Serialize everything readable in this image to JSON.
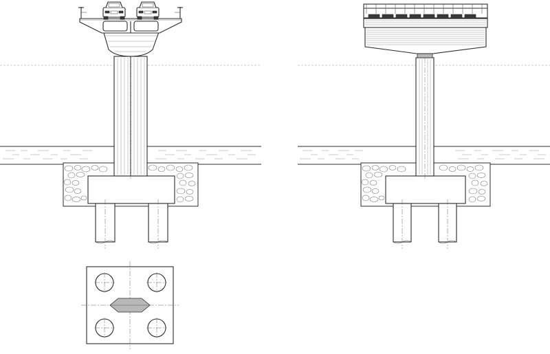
{
  "drawing": {
    "views": [
      {
        "id": "front-elevation",
        "pile_count": 2,
        "pier_columns": 2,
        "vehicles_on_deck": 2
      },
      {
        "id": "side-elevation",
        "pile_count": 2,
        "pier_columns": 1
      },
      {
        "id": "foundation-plan",
        "pile_count": 4
      }
    ]
  }
}
